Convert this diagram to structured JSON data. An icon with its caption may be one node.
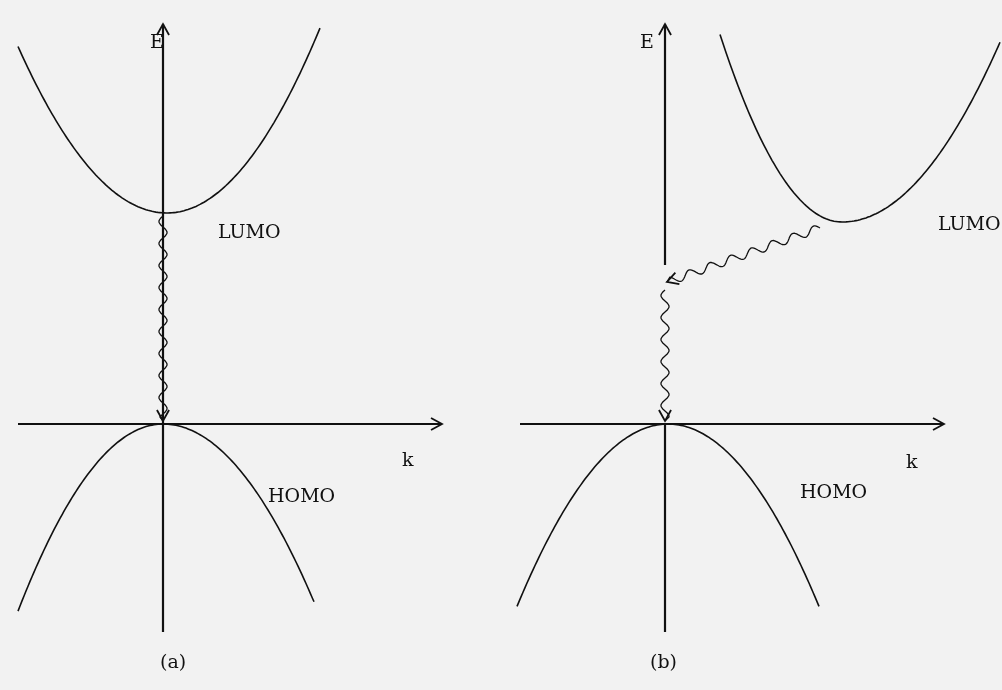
{
  "diagram": {
    "labels": [
      "E",
      "LUMO",
      "k",
      "HOMO",
      "(a)",
      "E",
      "LUMO",
      "k",
      "HOMO",
      "(b)"
    ]
  }
}
